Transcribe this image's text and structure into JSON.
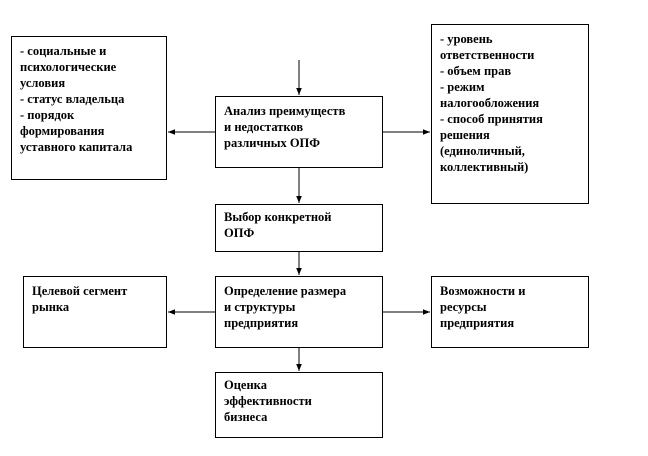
{
  "boxes": {
    "left_factors": {
      "lines": [
        "- социальные и",
        "психологические",
        "условия",
        "- статус владельца",
        "- порядок",
        "формирования",
        "уставного капитала"
      ]
    },
    "analysis": {
      "lines": [
        "Анализ преимуществ",
        "и недостатков",
        "различных ОПФ"
      ]
    },
    "right_factors": {
      "lines": [
        "- уровень",
        "ответственности",
        "- объем прав",
        "- режим",
        "налогообложения",
        "- способ принятия",
        "решения",
        "(единоличный,",
        "коллективный)"
      ]
    },
    "choice": {
      "lines": [
        "Выбор конкретной",
        "ОПФ"
      ]
    },
    "target_segment": {
      "lines": [
        "Целевой сегмент",
        "рынка"
      ]
    },
    "size_structure": {
      "lines": [
        "Определение размера",
        "и структуры",
        "предприятия"
      ]
    },
    "resources": {
      "lines": [
        "Возможности и",
        "ресурсы",
        "предприятия"
      ]
    },
    "evaluation": {
      "lines": [
        "Оценка",
        "эффективности",
        "бизнеса"
      ]
    }
  }
}
